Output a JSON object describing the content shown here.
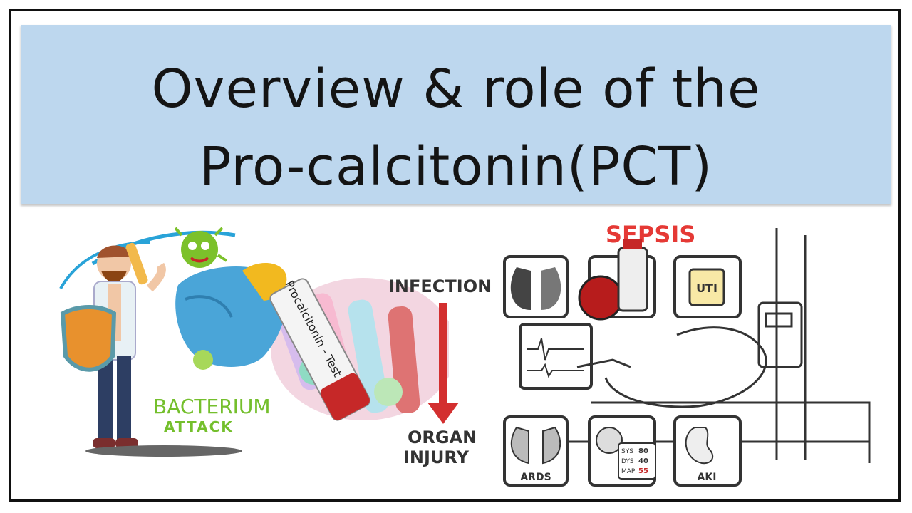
{
  "slide": {
    "title_line1": "Overview & role of the",
    "title_line2": "Pro-calcitonin(PCT)"
  },
  "left_art": {
    "bacterium": "BACTERIUM",
    "attack": "ATTACK",
    "tube_label": "Procalcitonin - Test"
  },
  "right_art": {
    "sepsis": "SEPSIS",
    "infection": "INFECTION",
    "organ": "ORGAN",
    "injury": "INJURY",
    "uti": "UTI",
    "ards": "ARDS",
    "aki": "AKI",
    "sys": "SYS",
    "dys": "DYS",
    "map": "MAP",
    "v80": "80",
    "v40": "40",
    "v55": "55"
  }
}
